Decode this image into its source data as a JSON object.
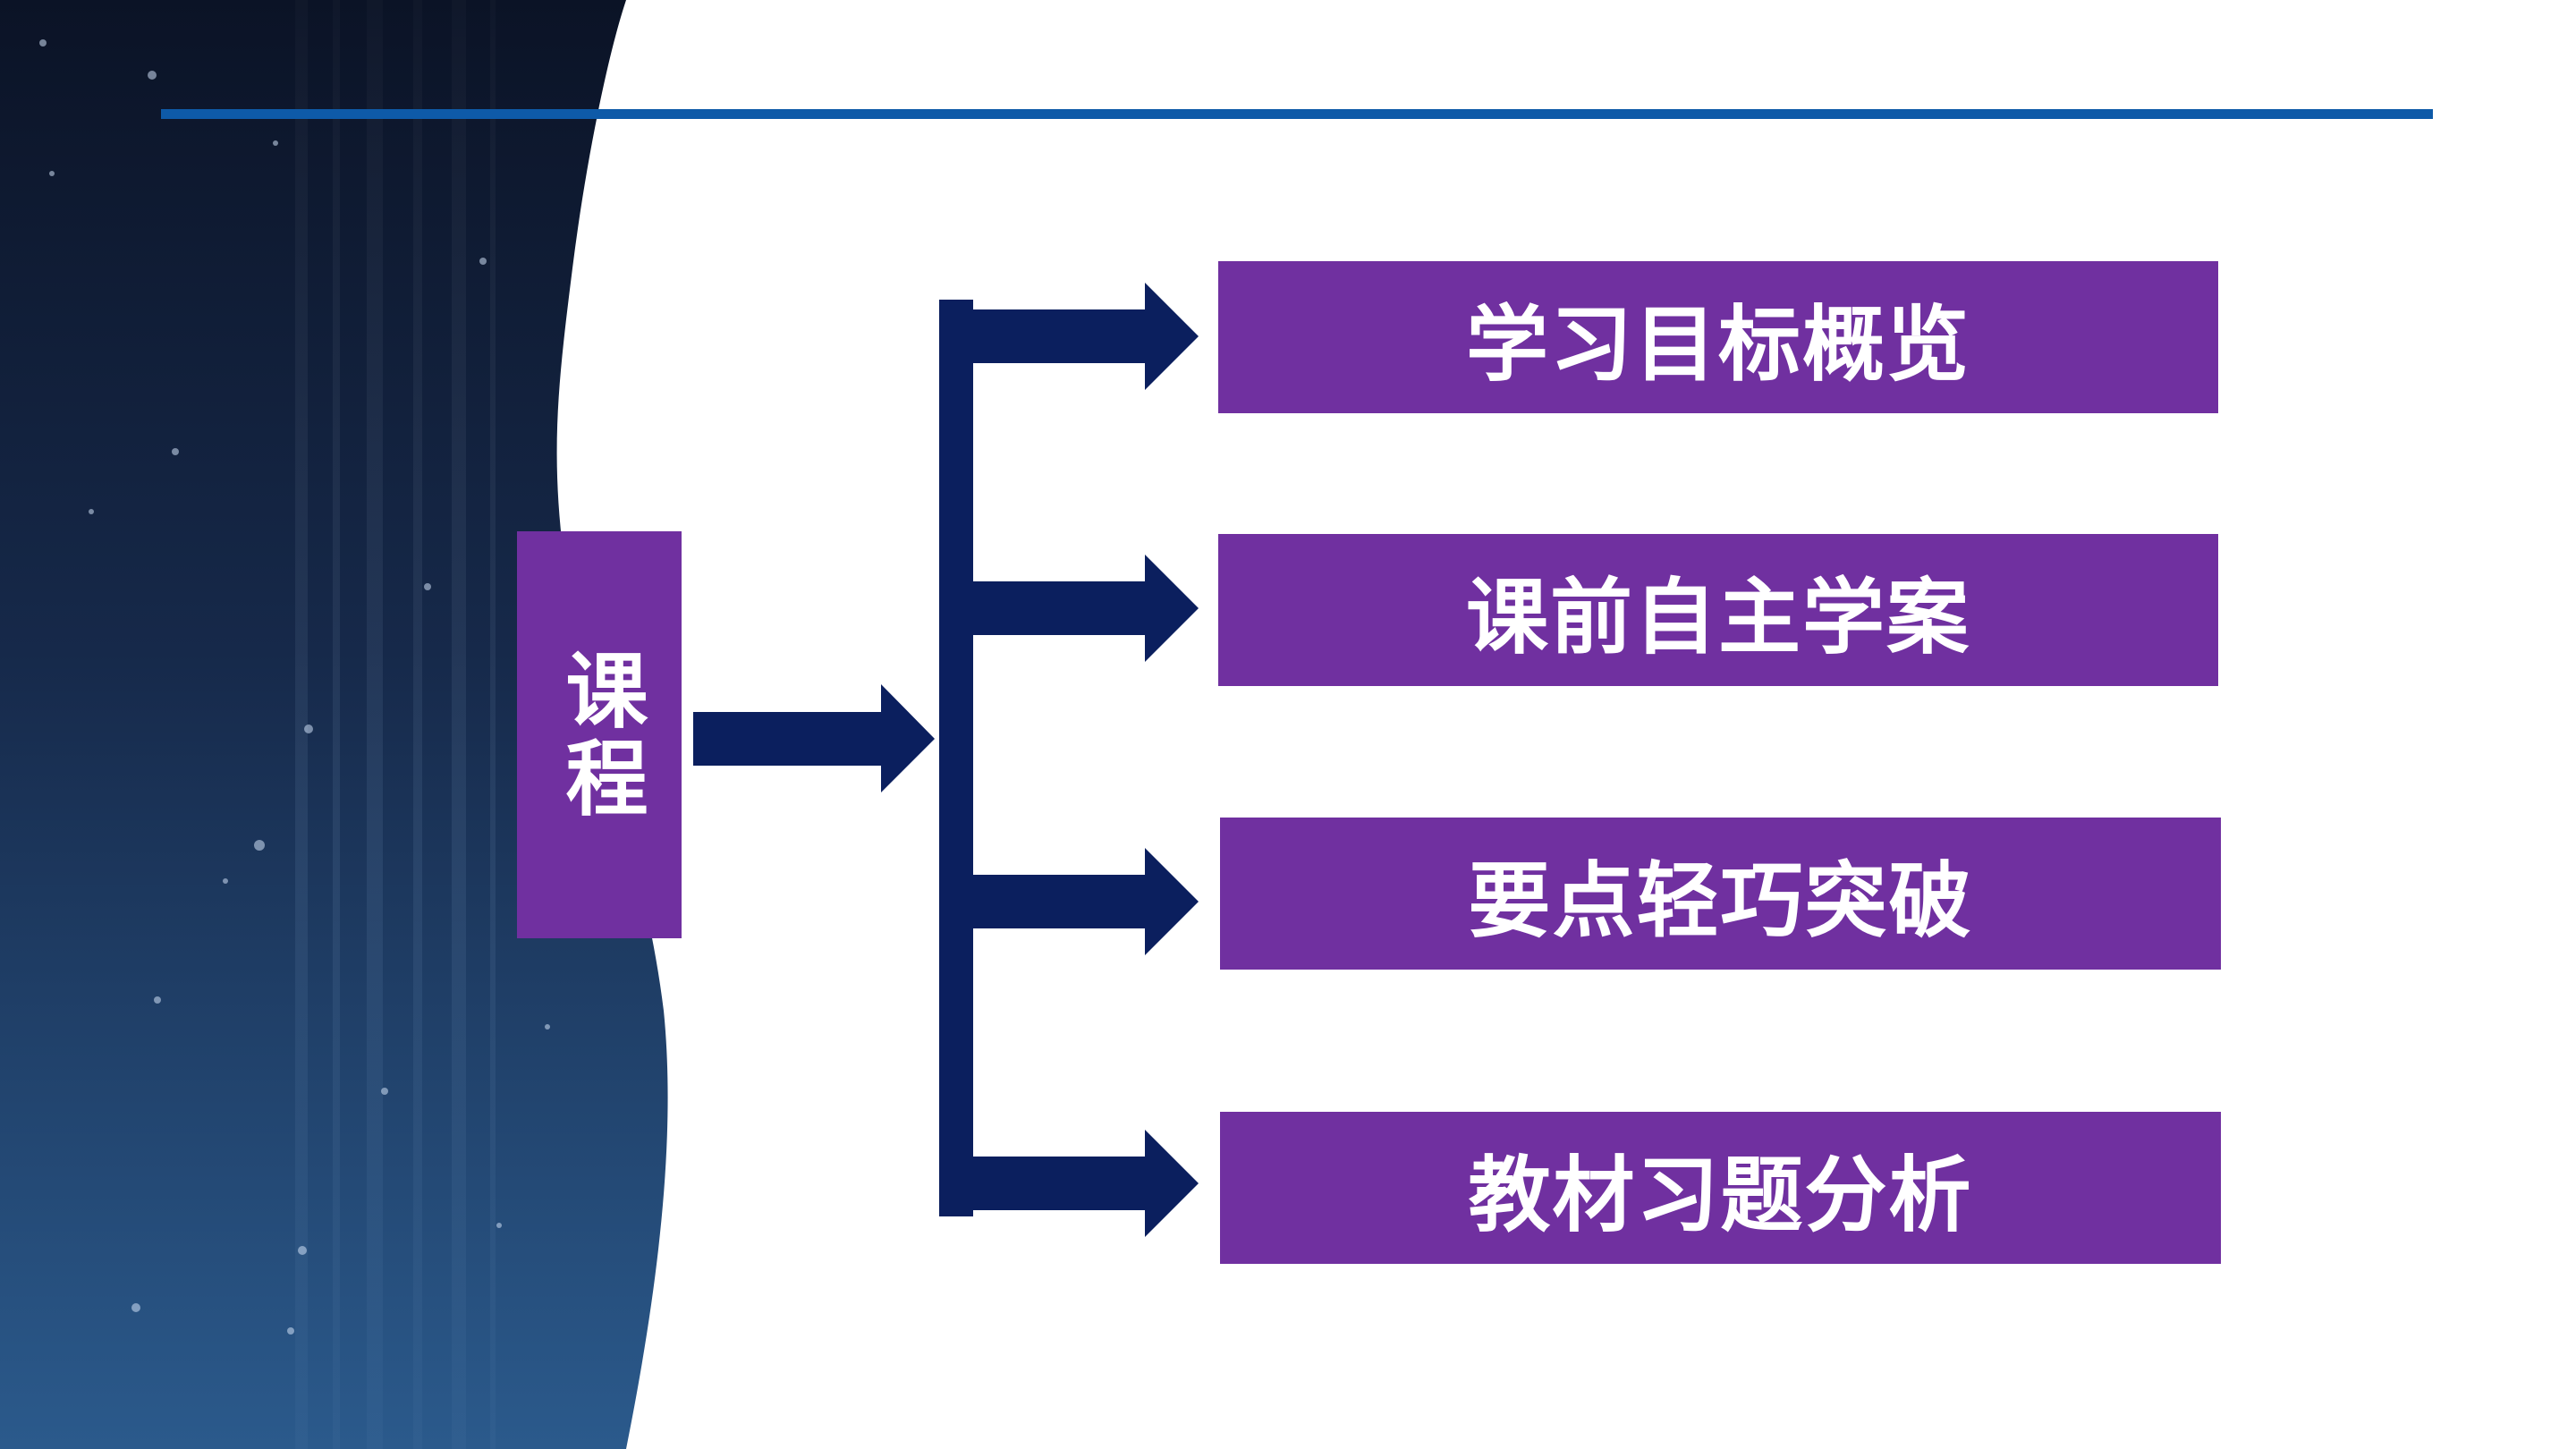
{
  "slide": {
    "root": {
      "label": "课程"
    },
    "items": [
      {
        "label": "学习目标概览"
      },
      {
        "label": "课前自主学案"
      },
      {
        "label": "要点轻巧突破"
      },
      {
        "label": "教材习题分析"
      }
    ]
  },
  "colors": {
    "box_fill": "#7030a0",
    "arrow": "#0b1f5e",
    "rule": "#0e5aa8",
    "label_text": "#ffffff"
  }
}
